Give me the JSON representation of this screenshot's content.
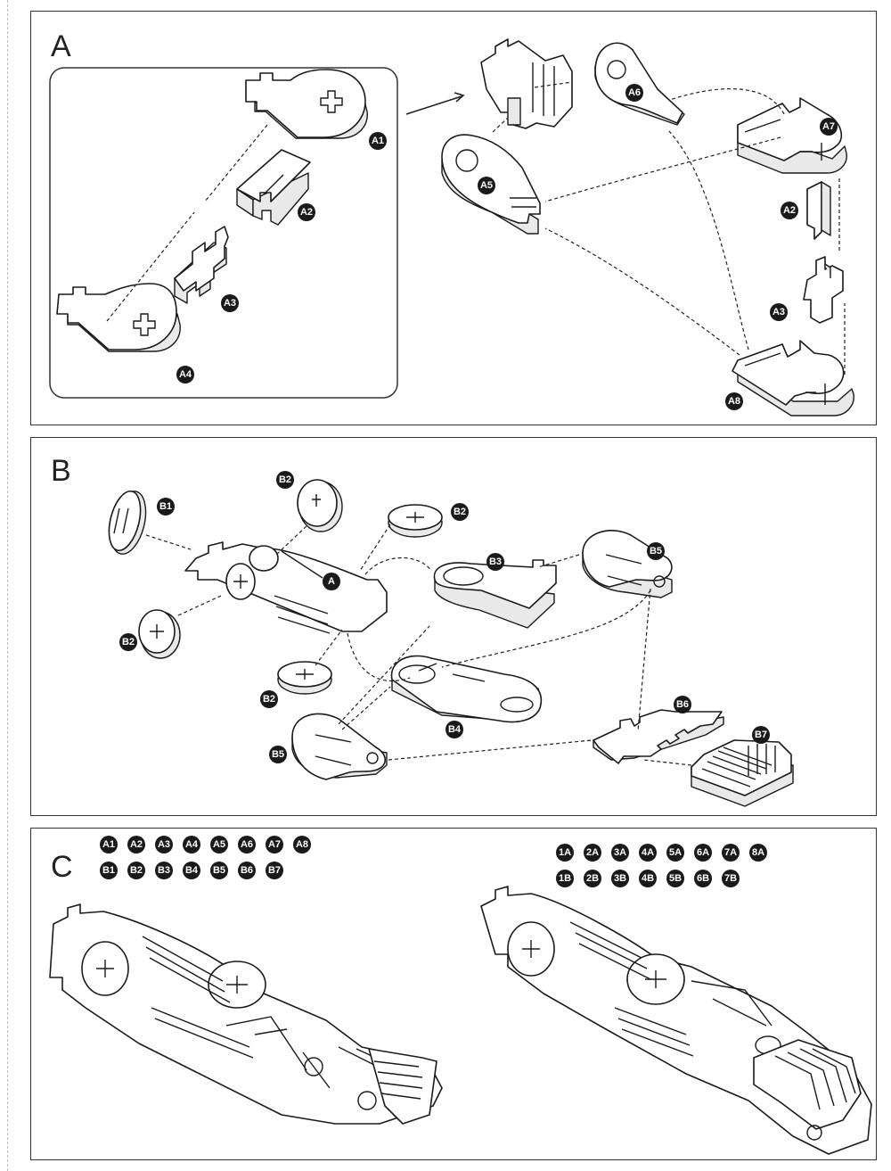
{
  "panels": {
    "a": {
      "letter": "A"
    },
    "b": {
      "letter": "B"
    },
    "c": {
      "letter": "C"
    }
  },
  "labels": {
    "a1": "A1",
    "a2": "A2",
    "a3": "A3",
    "a4": "A4",
    "a5": "A5",
    "a6": "A6",
    "a7": "A7",
    "a8": "A8",
    "a2_right": "A2",
    "a3_right": "A3",
    "b1": "B1",
    "b2_top": "B2",
    "b2_right": "B2",
    "b2_left": "B2",
    "b2_bottom": "B2",
    "b3": "B3",
    "b4": "B4",
    "b5_right": "B5",
    "b5_left": "B5",
    "b6": "B6",
    "b7": "B7",
    "assembly_a": "A"
  },
  "legend_left": {
    "row1": [
      "A1",
      "A2",
      "A3",
      "A4",
      "A5",
      "A6",
      "A7",
      "A8"
    ],
    "row2": [
      "B1",
      "B2",
      "B3",
      "B4",
      "B5",
      "B6",
      "B7"
    ]
  },
  "legend_right": {
    "row1": [
      "1A",
      "2A",
      "3A",
      "4A",
      "5A",
      "6A",
      "7A",
      "8A"
    ],
    "row2": [
      "1B",
      "2B",
      "3B",
      "4B",
      "5B",
      "6B",
      "7B"
    ]
  },
  "colors": {
    "ink": "#1a1a1a",
    "badge": "#1a1a1a",
    "badge_text": "#ffffff"
  },
  "icons": {
    "badge": "filled-circle-label"
  }
}
